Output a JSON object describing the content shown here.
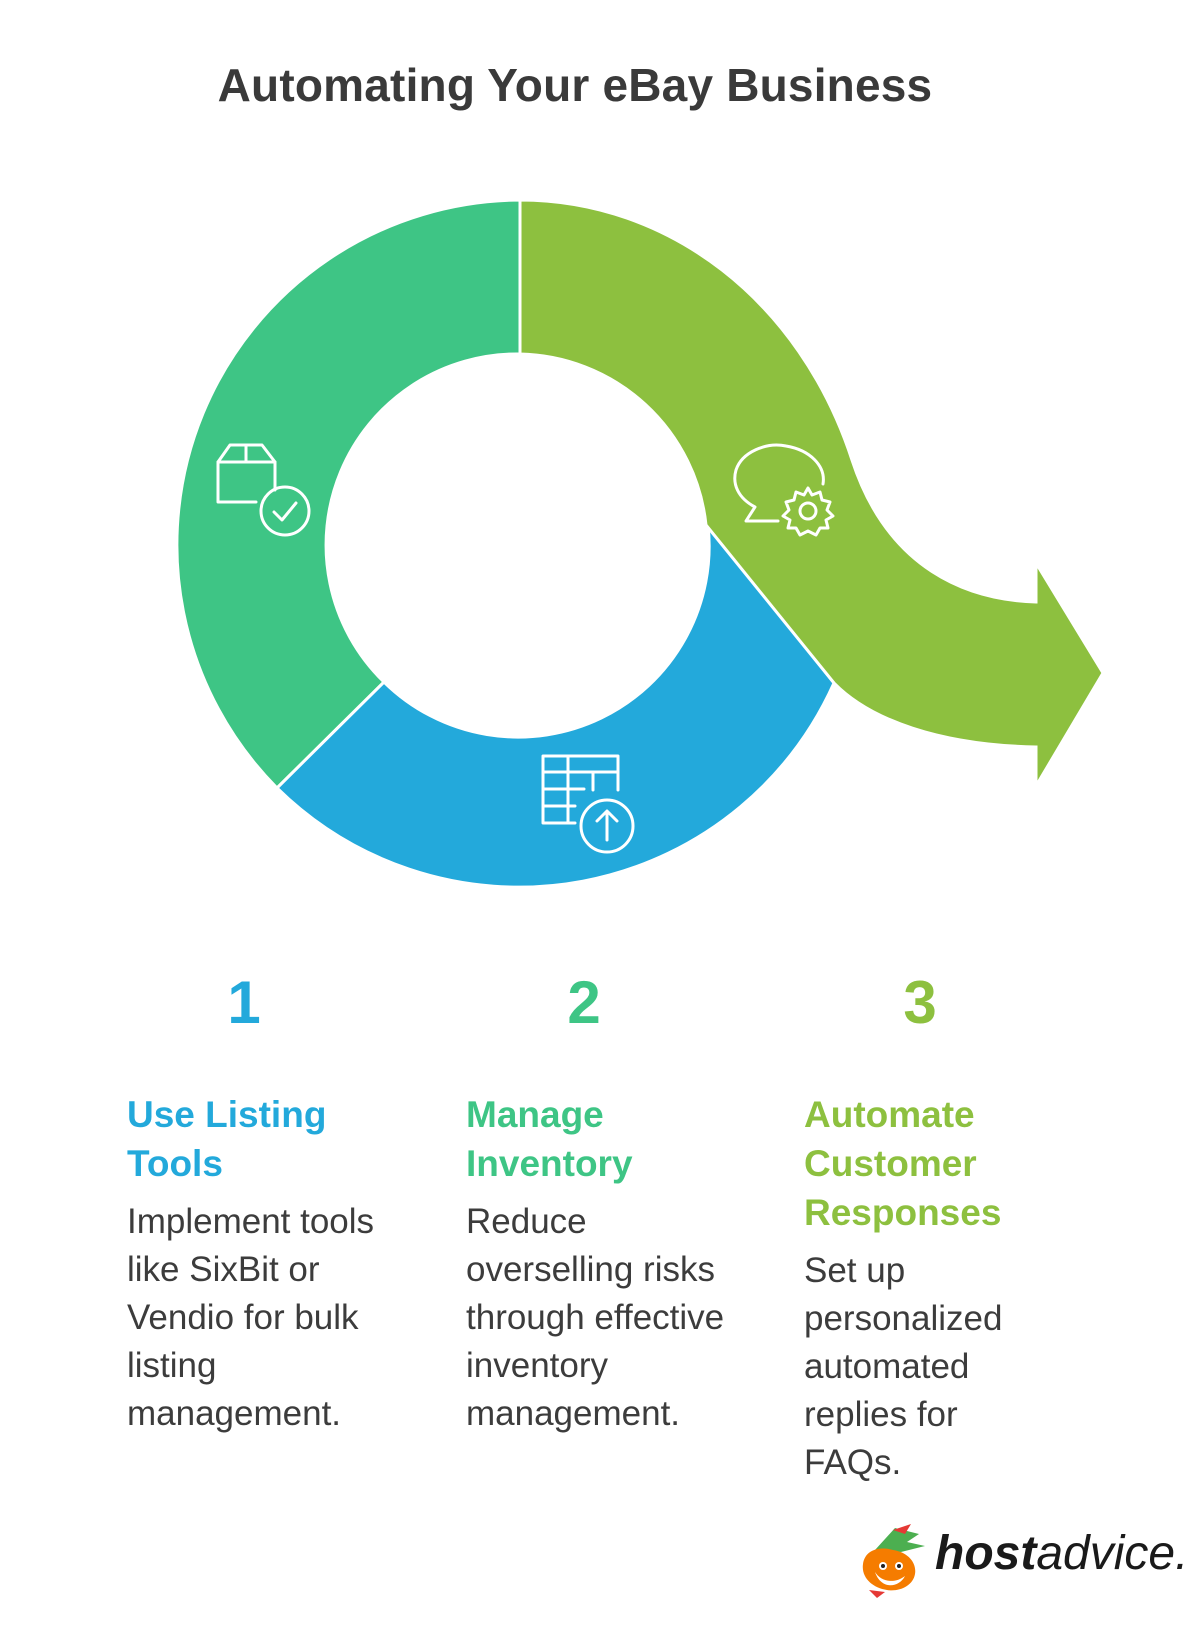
{
  "title": "Automating Your eBay Business",
  "colors": {
    "blue": "#23a9db",
    "green": "#3ec585",
    "lime": "#8dc03f"
  },
  "segments": [
    {
      "icon": "package-check-icon",
      "color": "#3ec585"
    },
    {
      "icon": "spreadsheet-upload-icon",
      "color": "#23a9db"
    },
    {
      "icon": "chat-gear-icon",
      "color": "#8dc03f"
    }
  ],
  "steps": [
    {
      "number": "1",
      "title": "Use Listing Tools",
      "title_lines": [
        "Use Listing",
        "Tools"
      ],
      "description": "Implement tools like SixBit or Vendio for bulk listing management.",
      "color": "#23a9db"
    },
    {
      "number": "2",
      "title": "Manage Inventory",
      "title_lines": [
        "Manage",
        "Inventory"
      ],
      "description": "Reduce overselling risks through effective inventory management.",
      "color": "#3ec585"
    },
    {
      "number": "3",
      "title": "Automate Customer Responses",
      "title_lines": [
        "Automate",
        "Customer",
        "Responses"
      ],
      "description": "Set up personalized automated replies for FAQs.",
      "color": "#8dc03f"
    }
  ],
  "logo": {
    "bold": "host",
    "light": "advice."
  }
}
